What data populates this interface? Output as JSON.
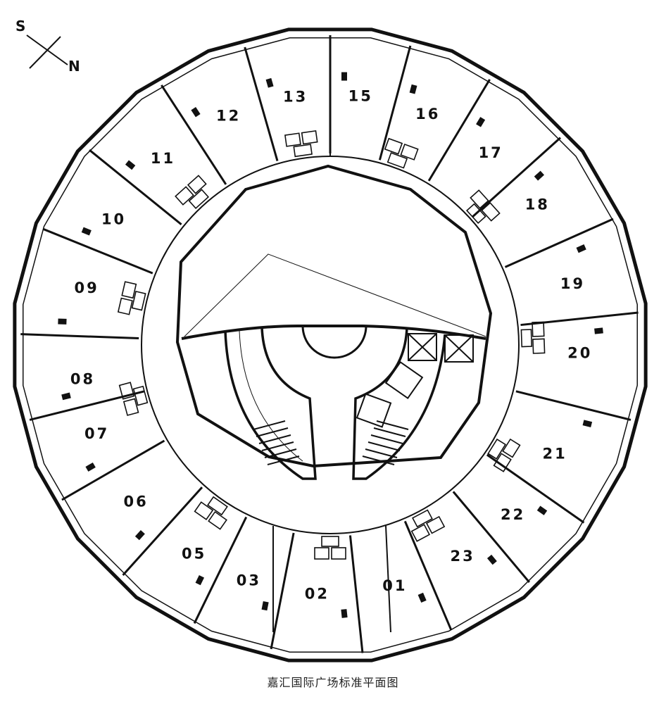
{
  "caption": "嘉汇国际广场标准平面图",
  "compass": {
    "south": "S",
    "north": "N"
  },
  "units": [
    {
      "label": "01",
      "angle": 165
    },
    {
      "label": "02",
      "angle": 183
    },
    {
      "label": "03",
      "angle": 199
    },
    {
      "label": "05",
      "angle": 213
    },
    {
      "label": "06",
      "angle": 231
    },
    {
      "label": "07",
      "angle": 249
    },
    {
      "label": "08",
      "angle": 262
    },
    {
      "label": "09",
      "angle": 283
    },
    {
      "label": "10",
      "angle": 300
    },
    {
      "label": "11",
      "angle": 318
    },
    {
      "label": "12",
      "angle": 336
    },
    {
      "label": "13",
      "angle": 352
    },
    {
      "label": "15",
      "angle": 7
    },
    {
      "label": "16",
      "angle": 23
    },
    {
      "label": "17",
      "angle": 40
    },
    {
      "label": "18",
      "angle": 56
    },
    {
      "label": "19",
      "angle": 76
    },
    {
      "label": "20",
      "angle": 92
    },
    {
      "label": "21",
      "angle": 116
    },
    {
      "label": "22",
      "angle": 133
    },
    {
      "label": "23",
      "angle": 148
    }
  ]
}
